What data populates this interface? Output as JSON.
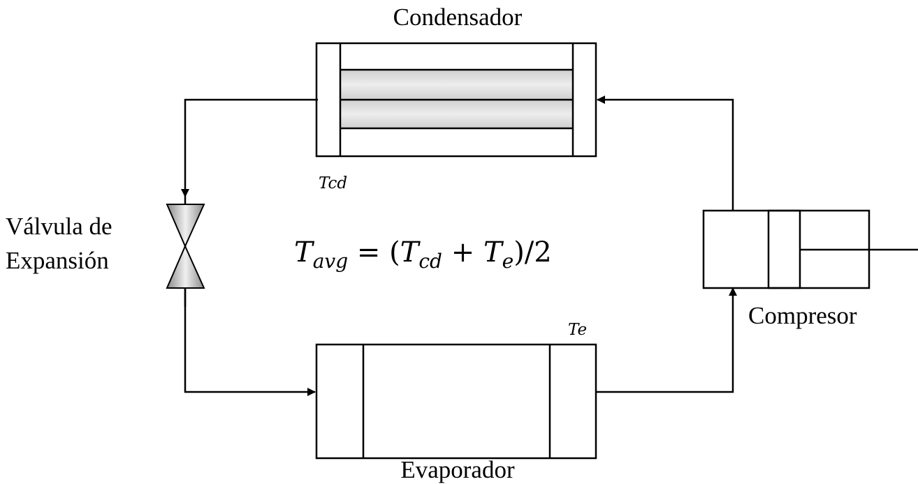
{
  "labels": {
    "condenser": "Condensador",
    "evaporator": "Evaporador",
    "compressor": "Compresor",
    "valve_line1": "Válvula de",
    "valve_line2": "Expansión",
    "tcd": "Tcd",
    "te": "Te"
  },
  "equation": {
    "lhs_symbol": "T",
    "lhs_sub": "avg",
    "equals_open": " = (",
    "term1_symbol": "T",
    "term1_sub": "cd",
    "plus": " + ",
    "term2_symbol": "T",
    "term2_sub": "e",
    "close": ")/2"
  },
  "colors": {
    "stroke": "#000000",
    "metal_light": "#f2f2f2",
    "metal_mid": "#d9d9d9",
    "metal_dark": "#b8b8b8",
    "piston": "#c8c8c8"
  }
}
